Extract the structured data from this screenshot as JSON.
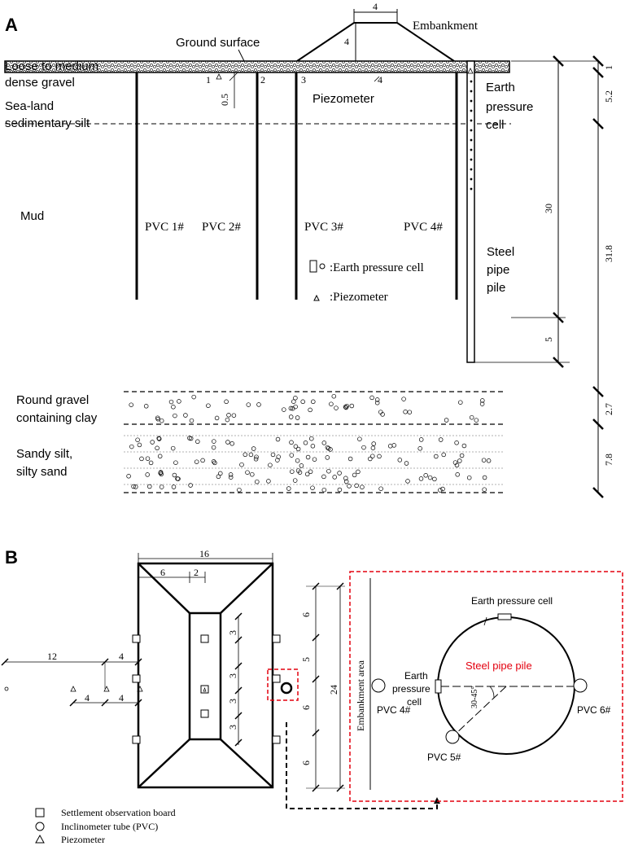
{
  "panel_a": {
    "label": "A",
    "layers": {
      "gravel_1": "Loose to medium",
      "gravel_2": "dense gravel",
      "silt_1": "Sea-land",
      "silt_2": "sedimentary silt",
      "mud": "Mud",
      "round_1": "Round gravel",
      "round_2": "containing clay",
      "sandy_1": "Sandy silt,",
      "sandy_2": "silty sand"
    },
    "ground_surface": "Ground surface",
    "embankment": "Embankment",
    "embankment_top_width": "4",
    "embankment_height": "4",
    "piezometer": "Piezometer",
    "piezo_depth": "0.5",
    "points": [
      "1",
      "2",
      "3",
      "4"
    ],
    "earth_pressure_cell": [
      "Earth",
      "pressure",
      "cell"
    ],
    "steel_pipe_pile": [
      "Steel",
      "pipe",
      "pile"
    ],
    "pvc": [
      "PVC 1#",
      "PVC 2#",
      "PVC 3#",
      "PVC 4#"
    ],
    "legend_cell": ":Earth pressure cell",
    "legend_piezo": ":Piezometer",
    "dims": [
      "1",
      "5.2",
      "30",
      "31.8",
      "5",
      "2.7",
      "7.8"
    ]
  },
  "panel_b": {
    "label": "B",
    "dims": {
      "top_total": "16",
      "top_left": "6",
      "top_mid": "2",
      "left_12": "12",
      "left_4a": "4",
      "left_4b": "4",
      "inner": [
        "3",
        "3",
        "3",
        "3"
      ],
      "right": [
        "6",
        "5",
        "6",
        "6"
      ],
      "right_total": "24"
    },
    "detail": {
      "embankment_area": "Embankment area",
      "earth_pressure_cell_top": "Earth pressure cell",
      "earth_side": [
        "Earth",
        "pressure",
        "cell"
      ],
      "steel_pipe_pile": "Steel pipe pile",
      "angle": "30-45°",
      "pvc4": "PVC 4#",
      "pvc5": "PVC 5#",
      "pvc6": "PVC 6#"
    },
    "legend": {
      "settlement": "Settlement observation board",
      "inclinometer": "Inclinometer tube (PVC)",
      "piezometer": "Piezometer"
    }
  },
  "colors": {
    "line": "#000000",
    "accent_red": "#e3000f"
  }
}
